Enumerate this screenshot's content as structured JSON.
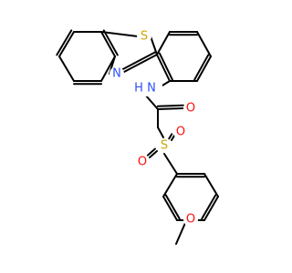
{
  "colors": {
    "background": "#ffffff",
    "bond": "#000000",
    "nitrogen": "#3050F8",
    "oxygen": "#FF0D0D",
    "sulfur": "#C8A800",
    "carbon_hydrogen_text": "#000000"
  },
  "atoms": {
    "thiazole_sulfur": "S",
    "thiazole_nitrogen": "N",
    "amide_nitrogen": "N",
    "amide_hydrogen": "H",
    "carbonyl_oxygen": "O",
    "sulfonyl_sulfur": "S",
    "sulfonyl_oxygen_left": "O",
    "sulfonyl_oxygen_right": "O",
    "methoxy_oxygen": "O"
  }
}
